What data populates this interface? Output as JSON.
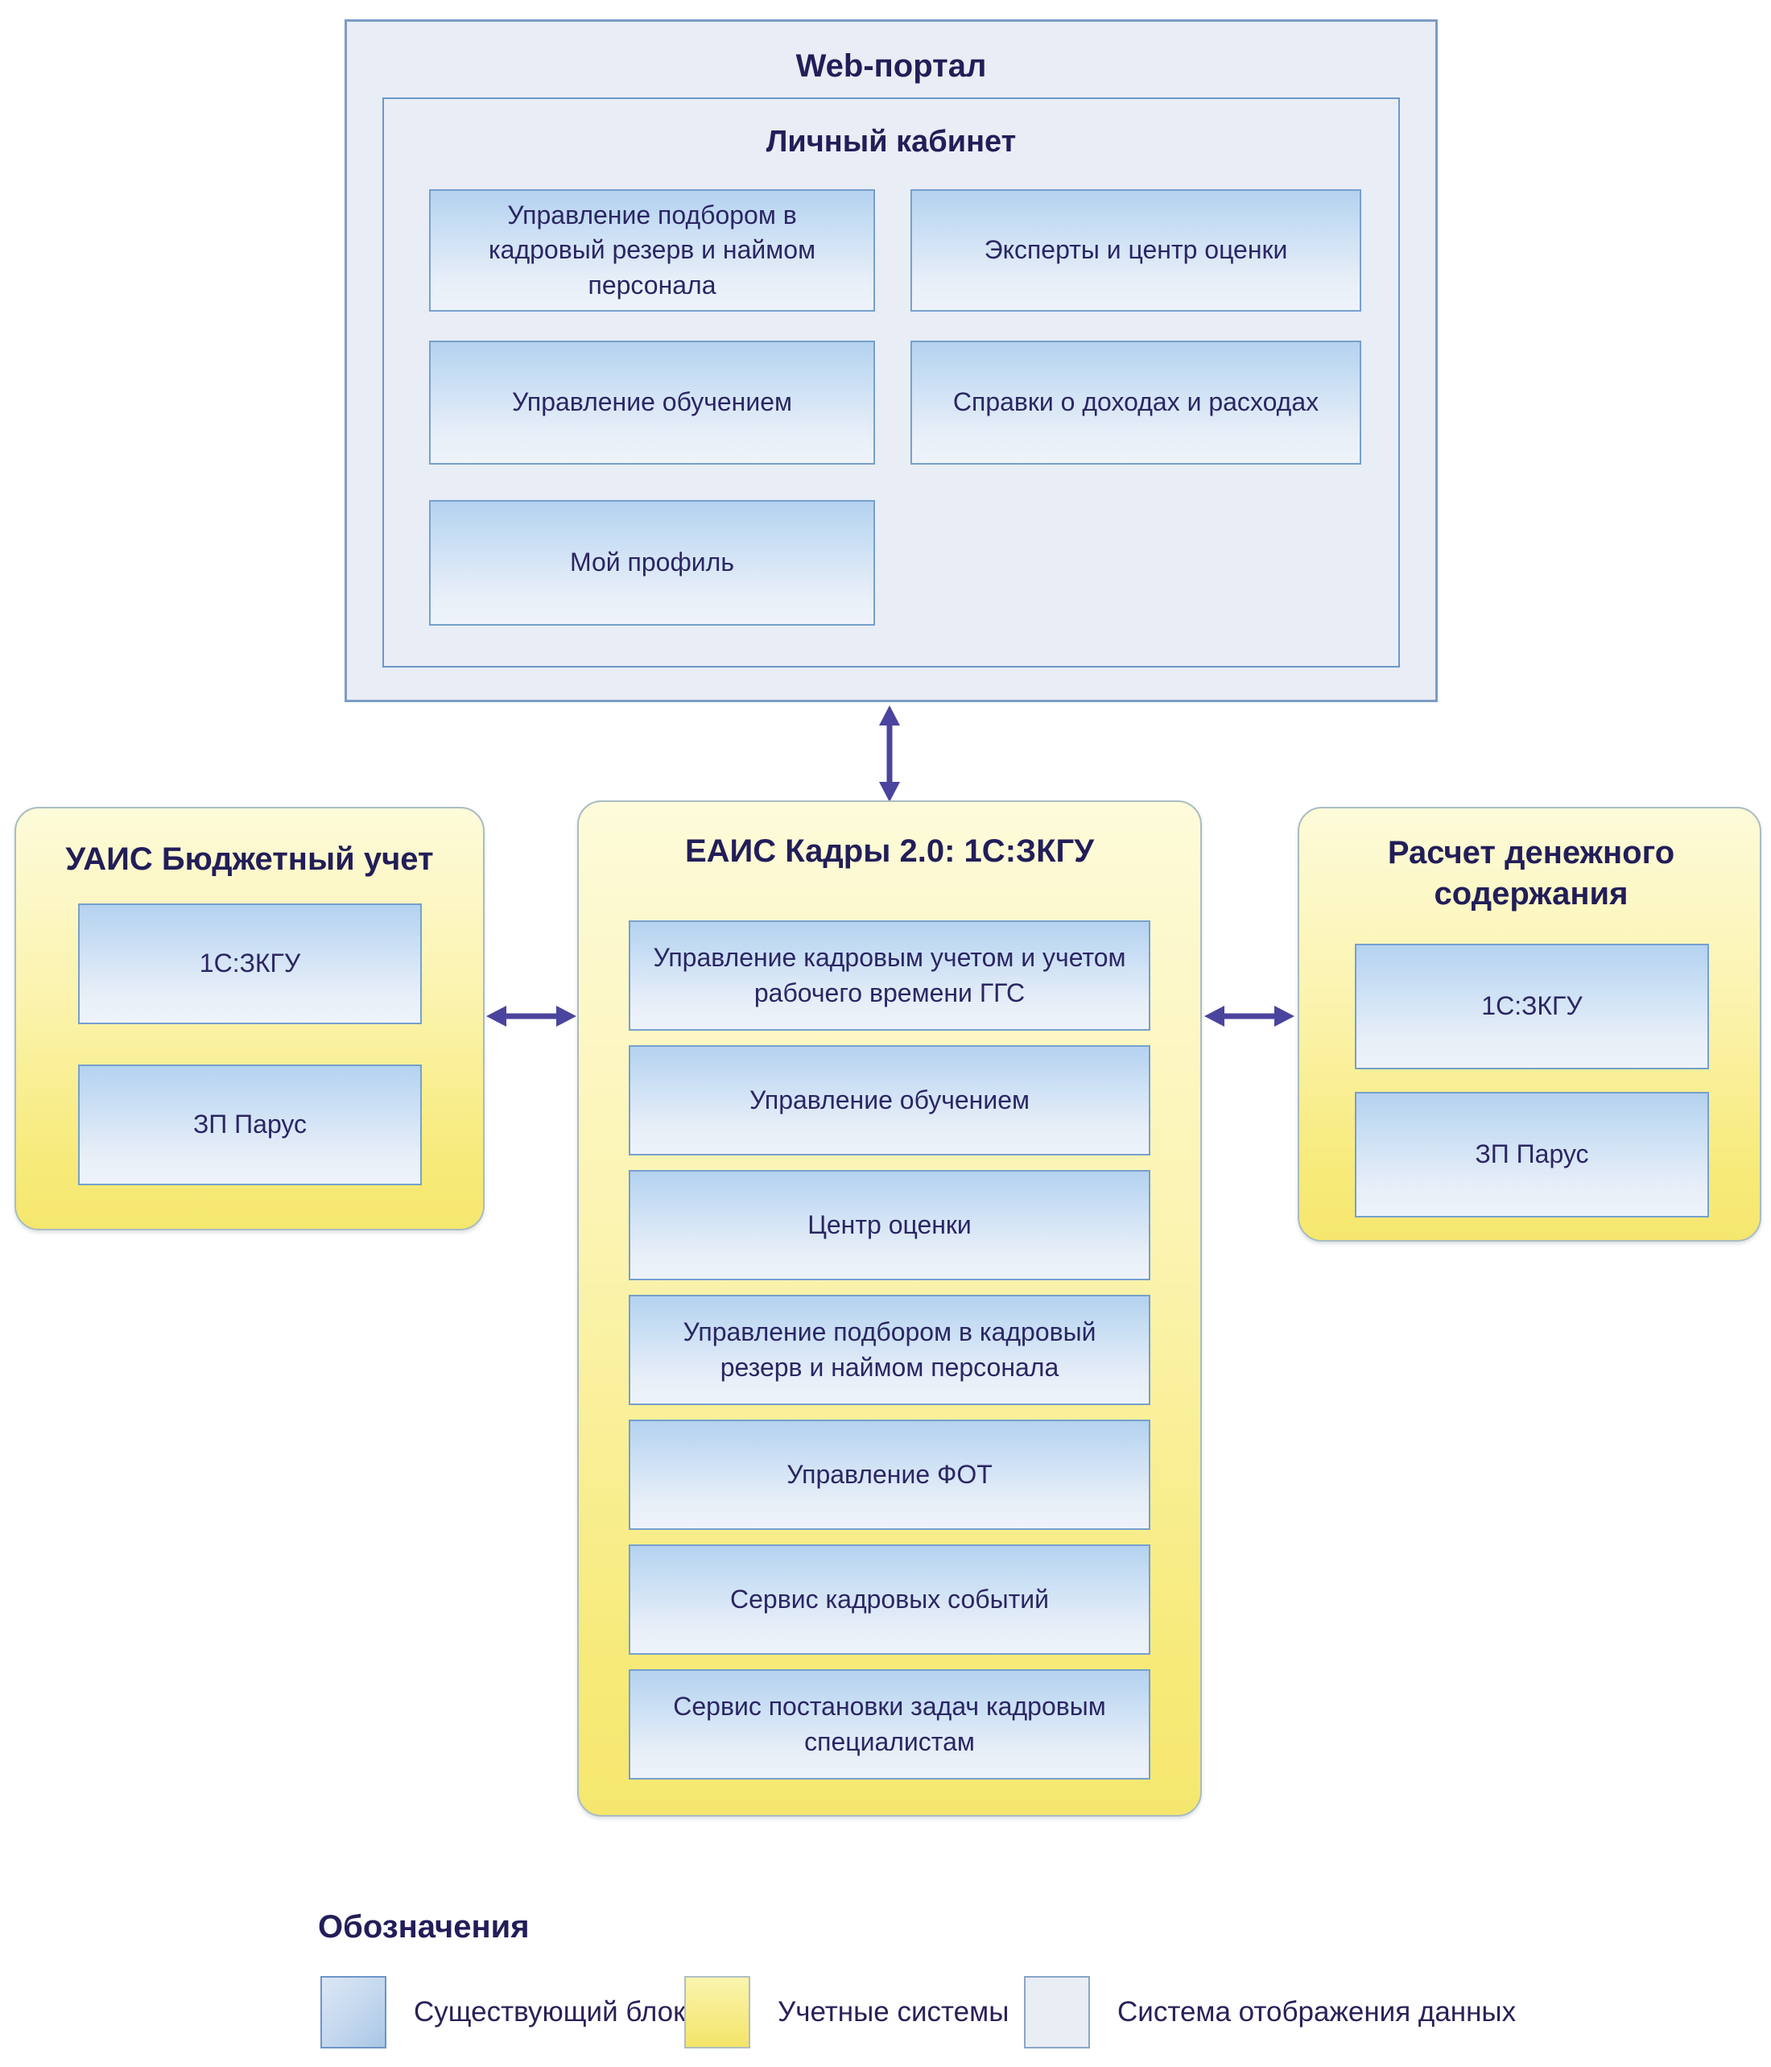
{
  "colors": {
    "background": "#ffffff",
    "display_system_fill": "#e9edf5",
    "display_system_border": "#7b9cc6",
    "existing_block_top": "#b4d2f0",
    "existing_block_bottom": "#eef3fa",
    "existing_block_border": "#76a0cd",
    "accounting_system_top": "#fdfbda",
    "accounting_system_bottom": "#f5e76e",
    "accounting_system_border": "#a9bcc2",
    "arrow": "#4a449e",
    "text_dark_navy": "#221e58"
  },
  "web_portal": {
    "title": "Web-портал",
    "personal_cabinet": {
      "title": "Личный кабинет",
      "blocks": [
        "Управление подбором в кадровый резерв и наймом персонала",
        "Эксперты и центр оценки",
        "Управление обучением",
        "Справки о доходах и расходах",
        "Мой профиль"
      ]
    }
  },
  "uais": {
    "title": "УАИС Бюджетный учет",
    "blocks": [
      "1С:ЗКГУ",
      "ЗП Парус"
    ]
  },
  "eais": {
    "title": "ЕАИС Кадры 2.0: 1С:ЗКГУ",
    "blocks": [
      "Управление кадровым учетом и учетом рабочего времени ГГС",
      "Управление обучением",
      "Центр оценки",
      "Управление подбором в кадровый резерв и наймом персонала",
      "Управление ФОТ",
      "Сервис кадровых событий",
      "Сервис постановки задач кадровым специалистам"
    ]
  },
  "payroll": {
    "title": "Расчет денежного содержания",
    "blocks": [
      "1С:ЗКГУ",
      "ЗП Парус"
    ]
  },
  "legend": {
    "title": "Обозначения",
    "items": [
      {
        "label": "Существующий блок",
        "type": "existing-block"
      },
      {
        "label": "Учетные системы",
        "type": "accounting-systems"
      },
      {
        "label": "Система отображения данных",
        "type": "display-system"
      }
    ]
  }
}
